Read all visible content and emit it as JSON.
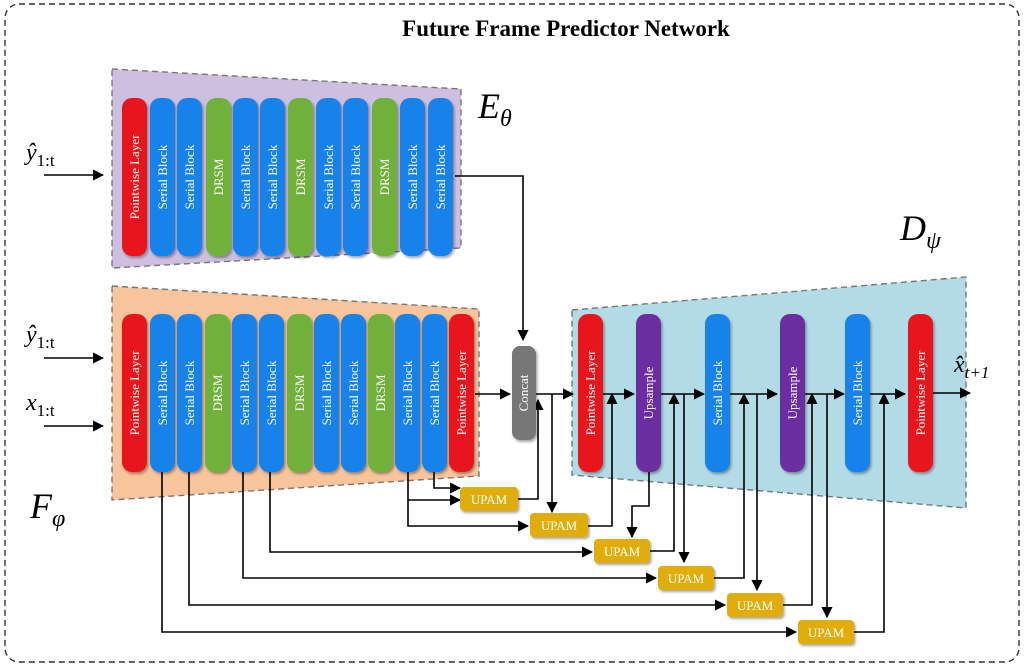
{
  "title": "Future Frame Predictor Network",
  "encoder_e": {
    "label": "E",
    "label_sub": "θ",
    "input": {
      "main": "ŷ",
      "sub": "1:t"
    },
    "blocks": [
      "Pointwise Layer",
      "Serial Block",
      "Serial Block",
      "DRSM",
      "Serial Block",
      "Serial Block",
      "DRSM",
      "Serial Block",
      "Serial Block",
      "DRSM",
      "Serial Block",
      "Serial Block"
    ]
  },
  "encoder_f": {
    "label": "F",
    "label_sub": "φ",
    "inputs": [
      {
        "main": "ŷ",
        "sub": "1:t"
      },
      {
        "main": "x",
        "sub": "1:t"
      }
    ],
    "blocks": [
      "Pointwise Layer",
      "Serial Block",
      "Serial Block",
      "DRSM",
      "Serial Block",
      "Serial Block",
      "DRSM",
      "Serial Block",
      "Serial Block",
      "DRSM",
      "Serial Block",
      "Serial Block",
      "Pointwise Layer"
    ]
  },
  "concat": "Concat",
  "decoder": {
    "label": "D",
    "label_sub": "ψ",
    "output": {
      "main": "x̂",
      "sub": "t+1"
    },
    "blocks": [
      "Pointwise Layer",
      "Upsample",
      "Serial Block",
      "Upsample",
      "Serial Block",
      "Pointwise Layer"
    ]
  },
  "upam_label": "UPAM",
  "upam_count": 6,
  "colors": {
    "pointwise": "#e8151c",
    "serial": "#1582ea",
    "drsm": "#6fb13a",
    "upsample": "#6a2ea0",
    "concat": "#777777",
    "upam": "#e1ad0b",
    "encoder_e_fill": "#cdbfe0",
    "encoder_f_fill": "#f7c49c",
    "decoder_fill": "#b3dbe6"
  }
}
